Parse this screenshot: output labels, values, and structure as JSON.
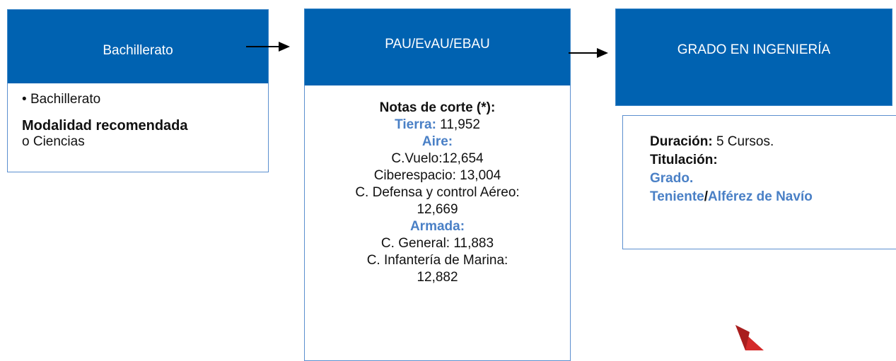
{
  "box1": {
    "title": "Bachillerato",
    "bullet": "Bachillerato",
    "modalidad_heading": "Modalidad recomendada",
    "sub_bullet": "Ciencias"
  },
  "box2": {
    "title": "PAU/EvAU/EBAU",
    "notas_heading": "Notas de corte (*):",
    "tierra_label": "Tierra:",
    "tierra_value": " 11,952",
    "aire_label": "Aire:",
    "aire_lines": [
      "C.Vuelo:12,654",
      "Ciberespacio: 13,004",
      "C. Defensa y control Aéreo:",
      "12,669"
    ],
    "armada_label": "Armada:",
    "armada_lines": [
      "C. General: 11,883",
      "C. Infantería de Marina:",
      "12,882"
    ]
  },
  "box3": {
    "title": "GRADO EN INGENIERÍA",
    "duracion_label": "Duración:",
    "duracion_value": " 5 Cursos.",
    "titulacion_label": "Titulación:",
    "grado": "Grado.",
    "teniente": "Teniente",
    "slash": "/",
    "alferez": "Alférez de Navío"
  },
  "colors": {
    "header_blue": "#0062b1",
    "accent_blue": "#4a80c6",
    "border_blue": "#5b8fcf",
    "decor_red": "#d42a2a"
  }
}
